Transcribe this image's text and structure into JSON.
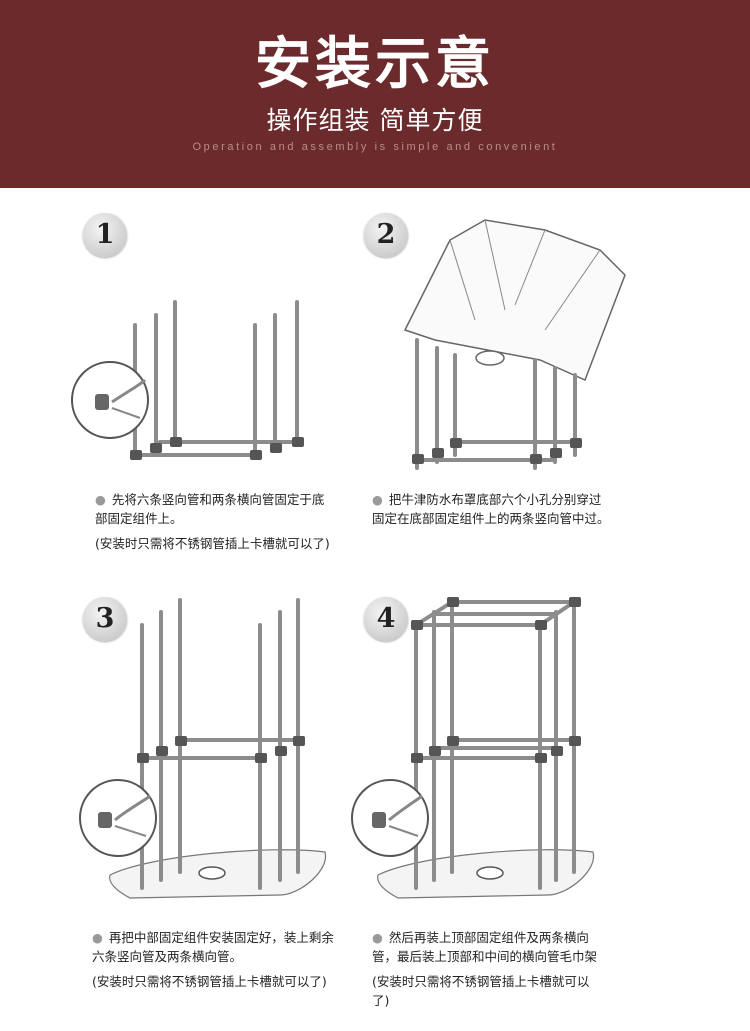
{
  "header": {
    "title": "安装示意",
    "subtitle": "操作组装 简单方便",
    "tagline": "Operation and assembly is simple and convenient"
  },
  "colors": {
    "header_bg": "#6b2a2c",
    "frame": "#8c8c8c",
    "text": "#222222"
  },
  "steps": [
    {
      "number": "1",
      "text": "先将六条竖向管和两条横向管固定于底部固定组件上。",
      "note": "(安装时只需将不锈钢管插上卡槽就可以了)"
    },
    {
      "number": "2",
      "text": "把牛津防水布罩底部六个小孔分别穿过固定在底部固定组件上的两条竖向管中过。",
      "note": ""
    },
    {
      "number": "3",
      "text": "再把中部固定组件安装固定好，装上剩余六条竖向管及两条横向管。",
      "note": "(安装时只需将不锈钢管插上卡槽就可以了)"
    },
    {
      "number": "4",
      "text": "然后再装上顶部固定组件及两条横向管，最后装上顶部和中间的横向管毛巾架",
      "note": "(安装时只需将不锈钢管插上卡槽就可以了)"
    }
  ]
}
